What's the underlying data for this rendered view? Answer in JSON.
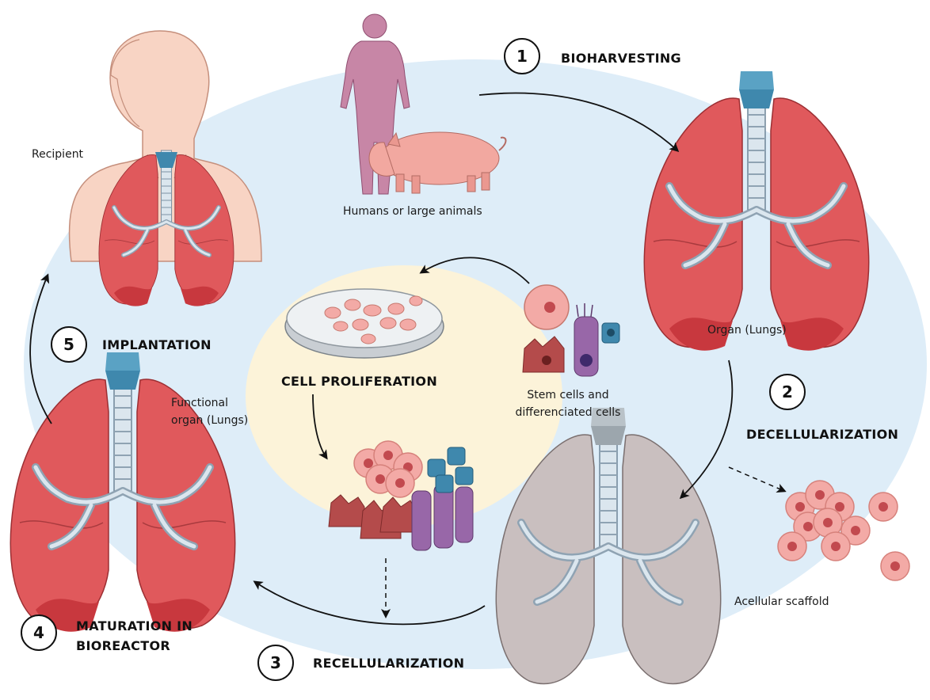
{
  "steps": [
    {
      "number": "1",
      "title": "BIOHARVESTING"
    },
    {
      "number": "2",
      "title": "DECELLULARIZATION"
    },
    {
      "number": "3",
      "title": "RECELLULARIZATION"
    },
    {
      "number": "4",
      "title_line1": "MATURATION IN",
      "title_line2": "BIOREACTOR"
    },
    {
      "number": "5",
      "title": "IMPLANTATION"
    }
  ],
  "labels": {
    "source": "Humans or large animals",
    "organ": "Organ (Lungs)",
    "scaffold": "Acellular scaffold",
    "recipient": "Recipient",
    "functional_line1": "Functional",
    "functional_line2": "organ (Lungs)",
    "cells_line1": "Stem cells and",
    "cells_line2": "differenciated cells",
    "cell_proliferation": "CELL PROLIFERATION"
  },
  "colors": {
    "outer_ellipse": "#deedf8",
    "inner_ellipse": "#fcf3d9",
    "lung_red": "#e0595c",
    "lung_grey": "#c9bfbf",
    "trachea_blue": "#3f88ad",
    "human_purple": "#c786a6",
    "pig_pink": "#f2a8a0",
    "skin": "#f8d4c4"
  }
}
